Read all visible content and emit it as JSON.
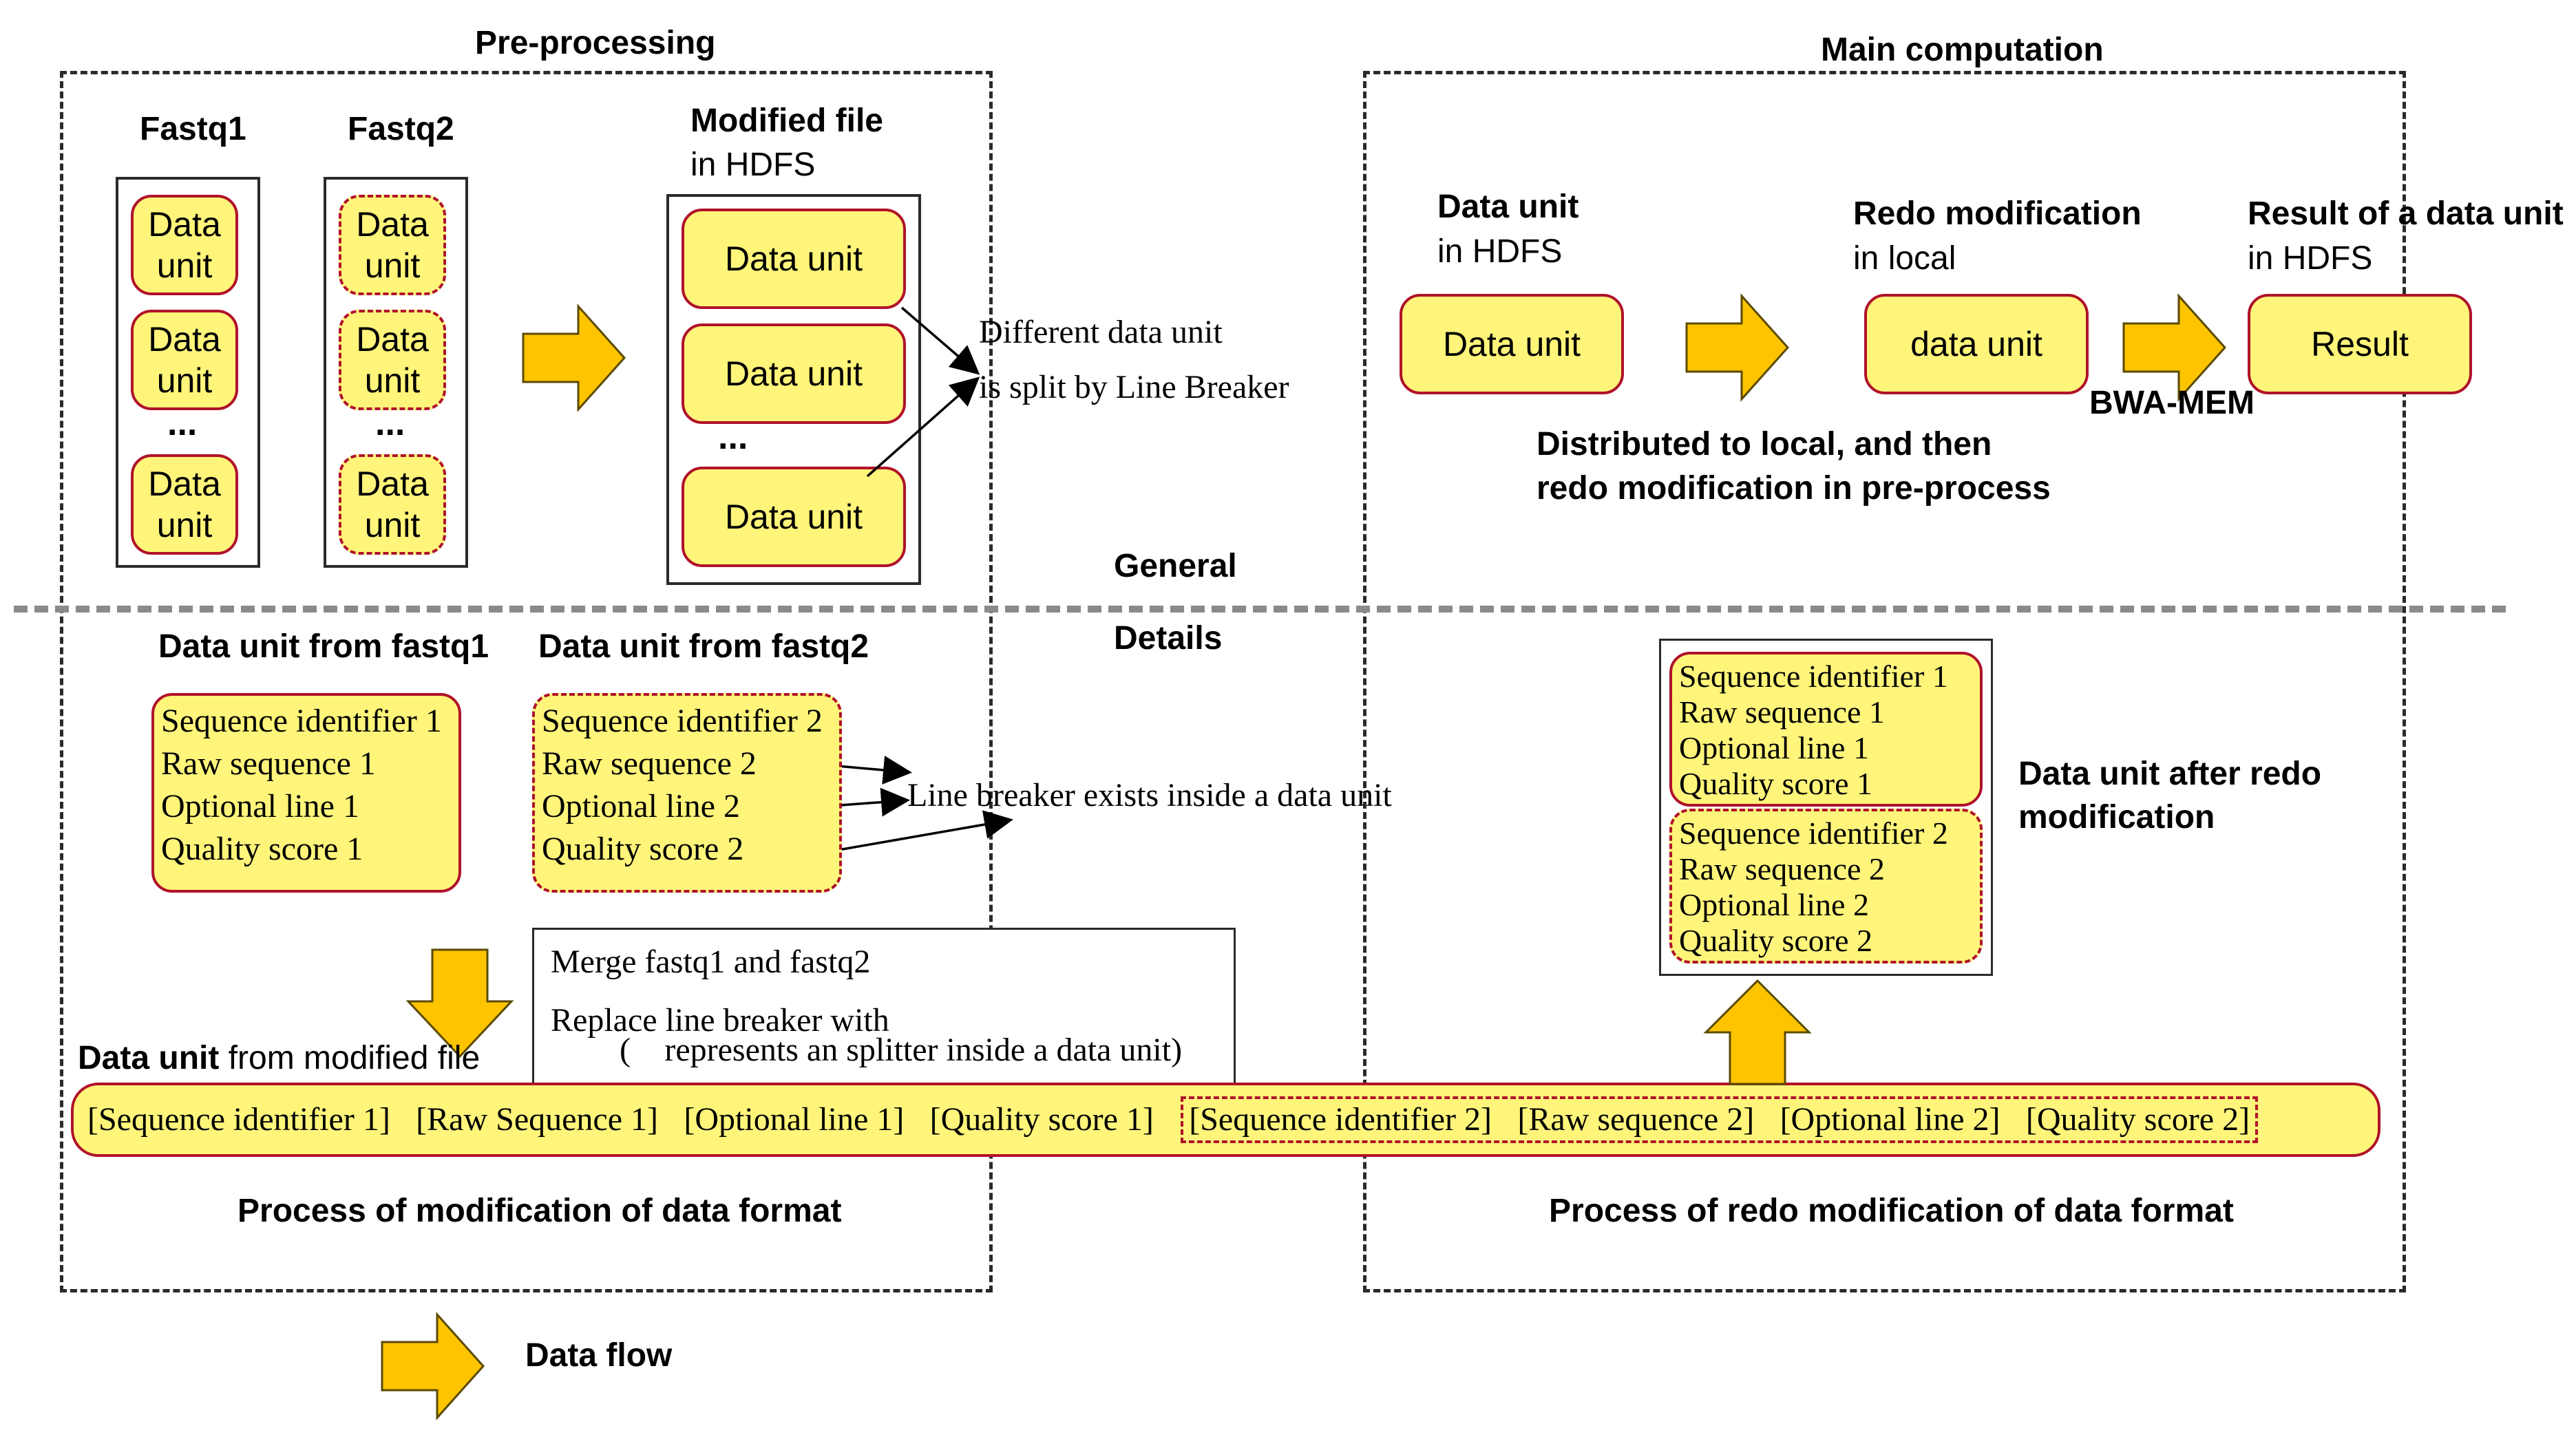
{
  "sections": {
    "preprocessing": "Pre-processing",
    "main_computation": "Main computation",
    "general": "General",
    "details": "Details"
  },
  "preprocessing": {
    "fastq1_label": "Fastq1",
    "fastq2_label": "Fastq2",
    "unit_text": "Data unit",
    "ellipsis": "...",
    "modified_file_label": "Modified file",
    "modified_file_sub": "in HDFS",
    "modified_units": [
      "Data unit",
      "Data unit",
      "Data unit"
    ],
    "split_note_line1": "Different data unit",
    "split_note_line2": "is split by Line Breaker"
  },
  "main": {
    "data_unit_label": "Data unit",
    "data_unit_sub": "in HDFS",
    "data_unit_box": "Data unit",
    "redo_label": "Redo modification",
    "redo_sub": "in local",
    "redo_box": "data unit",
    "result_label": "Result of a data unit",
    "result_sub": "in HDFS",
    "result_box": "Result",
    "bwa_label": "BWA-MEM",
    "distributed_line1": "Distributed to local, and then",
    "distributed_line2": "redo modification in pre-process"
  },
  "details": {
    "fastq1_title": "Data unit from fastq1",
    "fastq2_title": "Data unit from fastq2",
    "fastq1_lines": [
      "Sequence identifier 1",
      "Raw sequence 1",
      "Optional line 1",
      "Quality score 1"
    ],
    "fastq2_lines": [
      "Sequence identifier 2",
      "Raw sequence 2",
      "Optional line 2",
      "Quality score 2"
    ],
    "line_breaker_note": "Line breaker exists inside a data unit",
    "merge_line1": "Merge fastq1 and fastq2",
    "merge_line2": "Replace line breaker with",
    "merge_line3": "represents an splitter inside a data unit)",
    "modified_title_bold": "Data unit",
    "modified_title_rest": " from modified file",
    "merged_part1": "[Sequence identifier 1]",
    "merged_part2": "[Raw Sequence 1]",
    "merged_part3": "[Optional line 1]",
    "merged_part4": "[Quality score 1]",
    "merged_part5": "[Sequence identifier 2]",
    "merged_part6": "[Raw sequence 2]",
    "merged_part7": "[Optional line 2]",
    "merged_part8": "[Quality score 2]",
    "after_redo_label_line1": "Data unit after redo",
    "after_redo_label_line2": "modification",
    "after_redo_unit1": [
      "Sequence identifier 1",
      "Raw sequence 1",
      "Optional line 1",
      "Quality score 1"
    ],
    "after_redo_unit2": [
      "Sequence identifier 2",
      "Raw sequence 2",
      "Optional line 2",
      "Quality score 2"
    ],
    "process_left": "Process of modification of data format",
    "process_right": "Process of redo modification of data format"
  },
  "legend": {
    "data_flow": "Data flow"
  },
  "colors": {
    "box_fill": "#fff57a",
    "box_border": "#b0122a",
    "arrow_fill": "#ffc400",
    "arrow_stroke": "#5a4a00"
  },
  "icons": {
    "splitter": "apple-icon"
  }
}
